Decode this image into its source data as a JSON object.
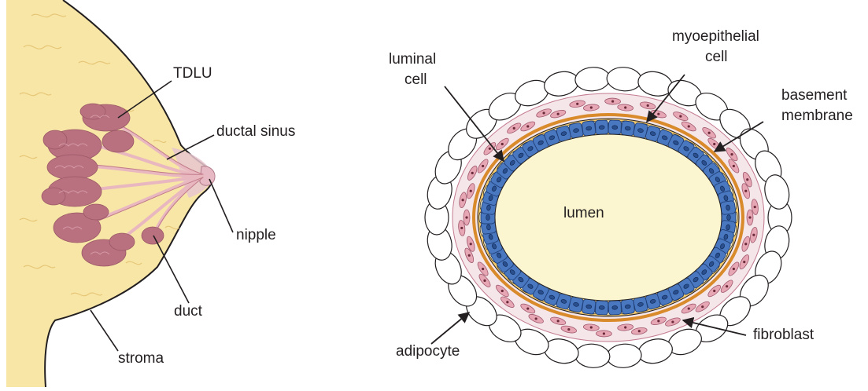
{
  "left_panel": {
    "labels": {
      "tdlu": "TDLU",
      "ductal_sinus": "ductal sinus",
      "nipple": "nipple",
      "duct": "duct",
      "stroma": "stroma"
    }
  },
  "right_panel": {
    "labels": {
      "luminal_line1": "luminal",
      "luminal_line2": "cell",
      "myo_line1": "myoepithelial",
      "myo_line2": "cell",
      "basement_line1": "basement",
      "basement_line2": "membrane",
      "lumen": "lumen",
      "fibroblast": "fibroblast",
      "adipocyte": "adipocyte"
    }
  },
  "colors": {
    "breast_fill": "#f8e6a6",
    "lobule_fill": "#b9707f",
    "duct_fill": "#f0c8c8",
    "lumen_fill": "#fcf6d0",
    "luminal_cell": "#4a78c0",
    "myoepithelial_layer": "#d98a2a",
    "fibroblast": "#e6a6b4",
    "outline": "#231f20"
  }
}
